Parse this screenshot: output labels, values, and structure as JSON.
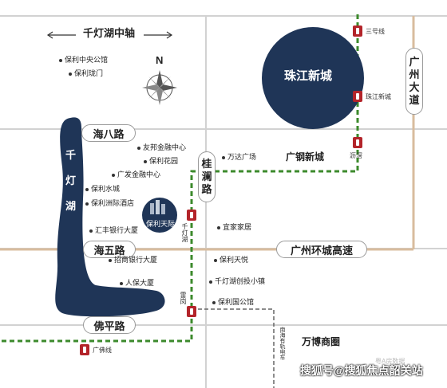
{
  "roads": {
    "top": "千灯湖中轴",
    "haiba": "海八路",
    "haiwu": "海五路",
    "foping": "佛平路",
    "guilan": "桂澜路",
    "huanshi": "广州环城高速",
    "guangzhou_dadao": "广州大道"
  },
  "lake_name": "千灯湖",
  "compass_letter": "N",
  "districts": {
    "zhujiang": "珠江新城",
    "guanggang": "广钢新城",
    "wanbo": "万博商圈"
  },
  "project_logo": "保利天际",
  "pois": {
    "north_west": [
      "保利中央公馆",
      "保利珑门"
    ],
    "west": [
      "友邦金融中心",
      "保利花园",
      "广发金融中心",
      "保利水城",
      "保利洲际酒店",
      "汇丰银行大厦",
      "招商银行大厦",
      "人保大厦"
    ],
    "wanda": "万达广场",
    "center": [
      "宜家家居"
    ],
    "south": [
      "保利天悦",
      "千灯湖创投小镇",
      "保利国公馆"
    ]
  },
  "metro_stations": {
    "sanhao": "三号线",
    "zhujiang": "珠江新城",
    "lijiao": "沥滘",
    "qiandenghu": "千灯湖",
    "leigang": "雷岗",
    "guangfo": "广佛线",
    "wanbo_line": "南海有轨电车"
  },
  "watermark": "搜狐号@搜狐焦点韶关站",
  "watermark_small": "粤A房数据",
  "colors": {
    "lake": "#1f3557",
    "district": "#1f3557",
    "road": "#d0d0d0",
    "metro_green": "#3c8a2c",
    "huanshi": "#d8bc9e",
    "metro_red": "#b3242a"
  }
}
